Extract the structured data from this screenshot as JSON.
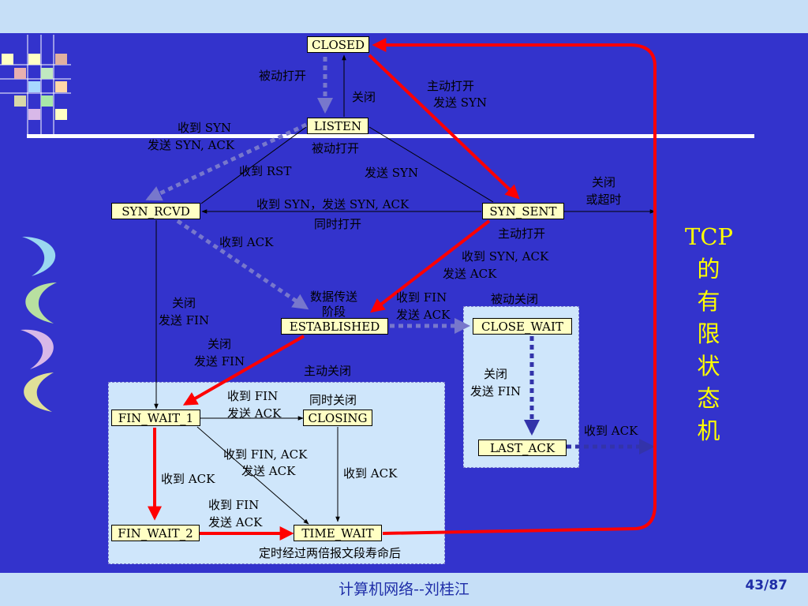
{
  "diagram": {
    "states": {
      "closed": "CLOSED",
      "listen": "LISTEN",
      "syn_rcvd": "SYN_RCVD",
      "syn_sent": "SYN_SENT",
      "established": "ESTABLISHED",
      "close_wait": "CLOSE_WAIT",
      "last_ack": "LAST_ACK",
      "fin_wait_1": "FIN_WAIT_1",
      "closing": "CLOSING",
      "fin_wait_2": "FIN_WAIT_2",
      "time_wait": "TIME_WAIT"
    },
    "labels": {
      "passive_open_top": "被动打开",
      "close_listen": "关闭",
      "active_open_l1": "主动打开",
      "active_open_l2": "发送 SYN",
      "recv_syn_l1": "收到 SYN",
      "recv_syn_l2": "发送 SYN, ACK",
      "passive_open_mid": "被动打开",
      "recv_rst": "收到 RST",
      "send_syn": "发送 SYN",
      "close_timeout_l1": "关闭",
      "close_timeout_l2": "或超时",
      "recv_syn_send_synack": "收到 SYN，发送 SYN, ACK",
      "simultaneous_open": "同时打开",
      "active_open_right": "主动打开",
      "recv_ack": "收到 ACK",
      "recv_synack_l1": "收到 SYN, ACK",
      "recv_synack_l2": "发送 ACK",
      "data_transfer_l1": "数据传送",
      "data_transfer_l2": "阶段",
      "recv_fin_l1": "收到 FIN",
      "recv_fin_l2": "发送 ACK",
      "passive_close": "被动关闭",
      "close_sendfin_left_l1": "关闭",
      "close_sendfin_left_l2": "发送 FIN",
      "close_sendfin_mid_l1": "关闭",
      "close_sendfin_mid_l2": "发送 FIN",
      "active_close": "主动关闭",
      "close_sendfin_right_l1": "关闭",
      "close_sendfin_right_l2": "发送 FIN",
      "fw1_recv_fin_l1": "收到 FIN",
      "fw1_recv_fin_l2": "发送 ACK",
      "simultaneous_close": "同时关闭",
      "lastack_recv_ack": "收到 ACK",
      "recv_finack_l1": "收到 FIN, ACK",
      "recv_finack_l2": "发送 ACK",
      "fw1_recv_ack": "收到 ACK",
      "closing_recv_ack": "收到 ACK",
      "fw2_recv_fin_l1": "收到 FIN",
      "fw2_recv_fin_l2": "发送 ACK",
      "timer_note": "定时经过两倍报文段寿命后"
    },
    "side_title": [
      "TCP",
      "的",
      "有",
      "限",
      "状",
      "态",
      "机"
    ]
  },
  "footer": {
    "title": "计算机网络--刘桂江",
    "page": "43/87"
  },
  "colors": {
    "background": "#3333cc",
    "band": "#c6dff7",
    "state_fill": "#ffffc4",
    "client_path": "#ff0000",
    "server_path": "#7777cc",
    "title_yellow": "#ffff00"
  }
}
